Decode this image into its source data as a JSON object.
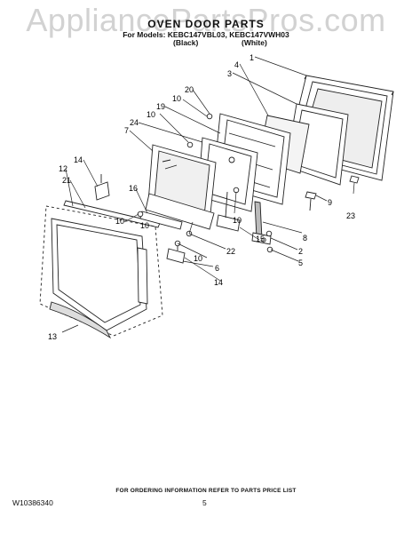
{
  "watermark": "AppliancePartsPros.com",
  "title": "OVEN DOOR PARTS",
  "models_line": "For Models: KEBC147VBL03, KEBC147VWH03",
  "variant_black": "(Black)",
  "variant_white": "(White)",
  "footer_note": "FOR ORDERING INFORMATION REFER TO PARTS PRICE LIST",
  "doc_number": "W10386340",
  "page_number": "5",
  "callouts": [
    "1",
    "4",
    "3",
    "20",
    "10",
    "19",
    "10",
    "24",
    "7",
    "14",
    "12",
    "21",
    "16",
    "10",
    "10",
    "9",
    "23",
    "8",
    "2",
    "5",
    "15",
    "22",
    "6",
    "14",
    "13",
    "10",
    "10"
  ]
}
